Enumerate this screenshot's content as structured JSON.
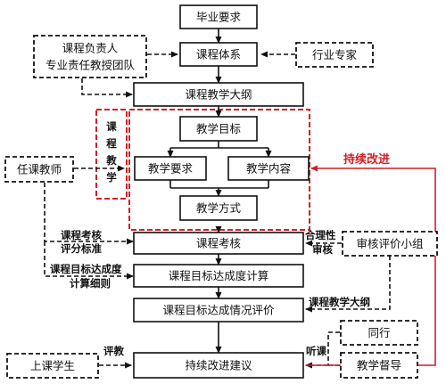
{
  "nodes": {
    "graduation_requirements": "毕业要求",
    "curriculum_system": "课程体系",
    "syllabus": "课程教学大纲",
    "teaching_objectives": "教学目标",
    "teaching_requirements": "教学要求",
    "teaching_content": "教学内容",
    "teaching_methods": "教学方式",
    "course_assessment": "课程考核",
    "objective_attainment_calc": "课程目标达成度计算",
    "objective_attainment_eval": "课程目标达成情况评价",
    "improvement_suggestions": "持续改进建议"
  },
  "side_boxes": {
    "course_owner_line1": "课程负责人",
    "course_owner_line2": "专业责任教授团队",
    "industry_experts": "行业专家",
    "instructor": "任课教师",
    "review_group": "审核评价小组",
    "peers": "同行",
    "supervisors": "教学督导",
    "students": "上课学生"
  },
  "labels": {
    "course_teaching_vertical": [
      "课",
      "程",
      "教",
      "学"
    ],
    "assessment_criteria_line1": "课程考核",
    "assessment_criteria_line2": "评分标准",
    "attainment_rules_line1": "课程目标达成度",
    "attainment_rules_line2": "计算细则",
    "rationality_line1": "合理性",
    "rationality_line2": "审核",
    "syllabus_label": "课程教学大纲",
    "student_eval": "评教",
    "observation": "听课",
    "continuous_improvement": "持续改进"
  },
  "colors": {
    "highlight": "#d41f26",
    "line": "#111111"
  }
}
